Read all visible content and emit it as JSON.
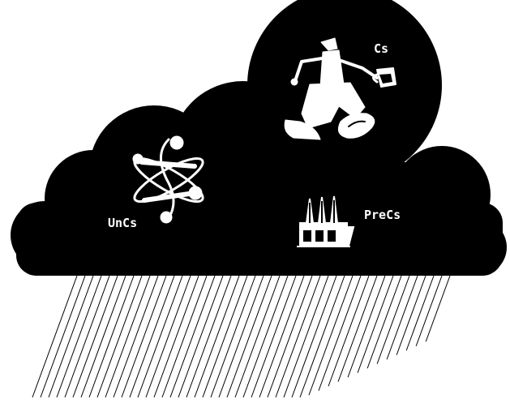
{
  "colors": {
    "cloud": "#000000",
    "figure": "#ffffff",
    "rain": "#000000",
    "background": "#ffffff"
  },
  "labels": {
    "cs": "Cs",
    "uncs": "UnCs",
    "precs": "PreCs"
  },
  "icons": {
    "cs": "walking-figure-with-cup-icon",
    "uncs": "atom-icon",
    "precs": "factory-icon"
  }
}
